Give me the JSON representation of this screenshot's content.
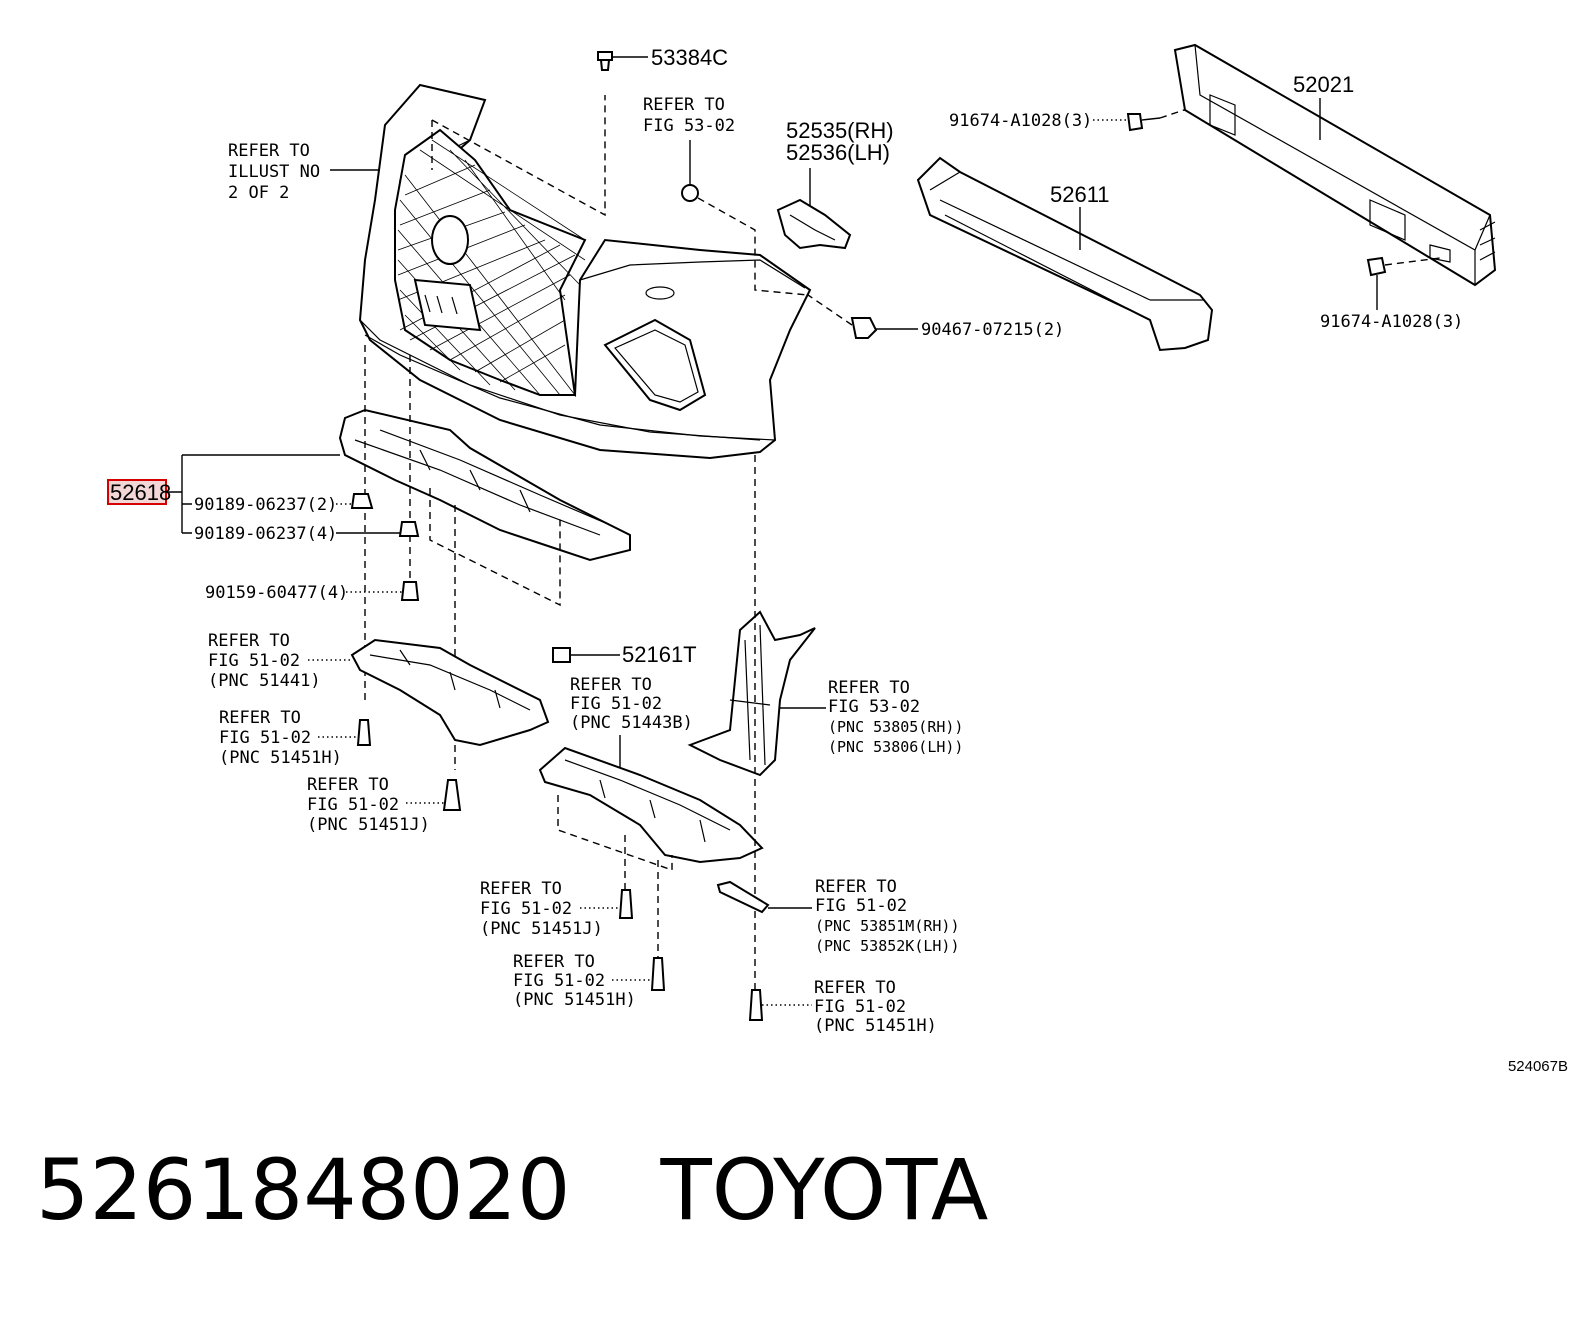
{
  "footer": {
    "part_number": "5261848020",
    "brand": "TOYOTA"
  },
  "diagram": {
    "code": "524067B",
    "highlighted": "52618",
    "labels": {
      "p53384c": "53384C",
      "refer_illust_l1": "REFER TO",
      "refer_illust_l2": "ILLUST NO",
      "refer_illust_l3": "2 OF 2",
      "refer_5302_top_l1": "REFER TO",
      "refer_5302_top_l2": "FIG 53-02",
      "p52535": "52535(RH)",
      "p52536": "52536(LH)",
      "p91674_top": "91674-A1028(3)",
      "p52021": "52021",
      "p52611": "52611",
      "p91674_right": "91674-A1028(3)",
      "p90467": "90467-07215(2)",
      "p52618": "52618",
      "p90189_a": "90189-06237(2)",
      "p90189_b": "90189-06237(4)",
      "p90159": "90159-60477(4)",
      "p52161t": "52161T",
      "r51441_l1": "REFER TO",
      "r51441_l2": "FIG 51-02",
      "r51441_l3": "(PNC 51441)",
      "r51443b_l1": "REFER TO",
      "r51443b_l2": "FIG 51-02",
      "r51443b_l3": "(PNC 51443B)",
      "r53805_l1": "REFER TO",
      "r53805_l2": "FIG 53-02",
      "r53805_l3": "(PNC 53805(RH))",
      "r53805_l4": "(PNC 53806(LH))",
      "r51451h_a_l1": "REFER TO",
      "r51451h_a_l2": "FIG 51-02",
      "r51451h_a_l3": "(PNC 51451H)",
      "r51451j_a_l1": "REFER TO",
      "r51451j_a_l2": "FIG 51-02",
      "r51451j_a_l3": "(PNC 51451J)",
      "r51451j_b_l1": "REFER TO",
      "r51451j_b_l2": "FIG 51-02",
      "r51451j_b_l3": "(PNC 51451J)",
      "r53851_l1": "REFER TO",
      "r53851_l2": "FIG 51-02",
      "r53851_l3": "(PNC 53851M(RH))",
      "r53851_l4": "(PNC 53852K(LH))",
      "r51451h_b_l1": "REFER TO",
      "r51451h_b_l2": "FIG 51-02",
      "r51451h_b_l3": "(PNC 51451H)",
      "r51451h_c_l1": "REFER TO",
      "r51451h_c_l2": "FIG 51-02",
      "r51451h_c_l3": "(PNC 51451H)"
    }
  },
  "colors": {
    "highlight_border": "#d40000",
    "highlight_fill": "#f3d6d6",
    "ink": "#000000"
  }
}
